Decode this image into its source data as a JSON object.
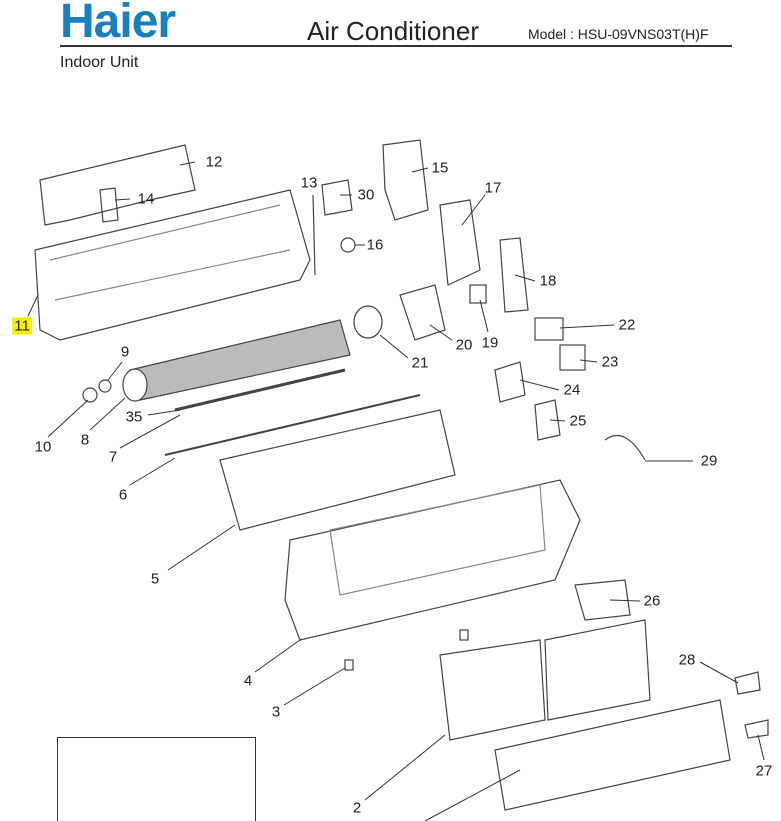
{
  "header": {
    "brand": "Haier",
    "title": "Air Conditioner",
    "model": "Model : HSU-09VNS03T(H)F",
    "subtitle": "Indoor Unit"
  },
  "parts": [
    "12",
    "14",
    "13",
    "30",
    "15",
    "17",
    "16",
    "18",
    "22",
    "20",
    "19",
    "21",
    "23",
    "24",
    "25",
    "29",
    "9",
    "35",
    "10",
    "8",
    "7",
    "6",
    "5",
    "26",
    "28",
    "4",
    "3",
    "27",
    "2",
    "11"
  ],
  "highlighted_part": "11",
  "colors": {
    "brand": "#1a7fc1",
    "highlight": "#f4f000"
  }
}
